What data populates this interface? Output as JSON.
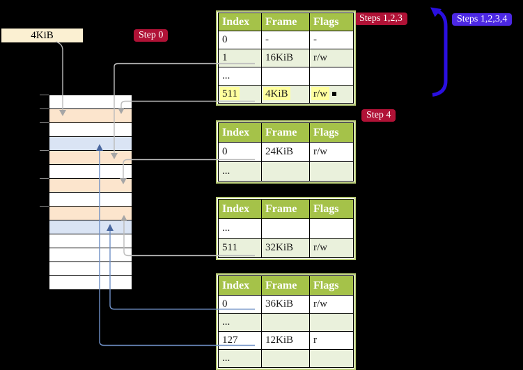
{
  "labels": {
    "frame_size": "4KiB",
    "step0": "Step 0",
    "steps123": "Steps 1,2,3",
    "steps1234": "Steps 1,2,3,4",
    "step4": "Step 4"
  },
  "tables": [
    {
      "name": "page-table-level-4",
      "columns": [
        "Index",
        "Frame",
        "Flags"
      ],
      "rows": [
        {
          "index": "0",
          "frame": "-",
          "flags": "-",
          "shaded": false,
          "highlight": false
        },
        {
          "index": "1",
          "frame": "16KiB",
          "flags": "r/w",
          "shaded": true,
          "highlight": false
        },
        {
          "index": "...",
          "frame": "",
          "flags": "",
          "shaded": false,
          "highlight": false
        },
        {
          "index": "511",
          "frame": "4KiB",
          "flags": "r/w",
          "shaded": true,
          "highlight": true
        }
      ]
    },
    {
      "name": "page-table-level-3",
      "columns": [
        "Index",
        "Frame",
        "Flags"
      ],
      "rows": [
        {
          "index": "0",
          "frame": "24KiB",
          "flags": "r/w",
          "shaded": false,
          "highlight": false
        },
        {
          "index": "...",
          "frame": "",
          "flags": "",
          "shaded": true,
          "highlight": false
        }
      ]
    },
    {
      "name": "page-table-level-2",
      "columns": [
        "Index",
        "Frame",
        "Flags"
      ],
      "rows": [
        {
          "index": "...",
          "frame": "",
          "flags": "",
          "shaded": false,
          "highlight": false
        },
        {
          "index": "511",
          "frame": "32KiB",
          "flags": "r/w",
          "shaded": true,
          "highlight": false
        }
      ]
    },
    {
      "name": "page-table-level-1",
      "columns": [
        "Index",
        "Frame",
        "Flags"
      ],
      "rows": [
        {
          "index": "0",
          "frame": "36KiB",
          "flags": "r/w",
          "shaded": false,
          "highlight": false
        },
        {
          "index": "...",
          "frame": "",
          "flags": "",
          "shaded": true,
          "highlight": false
        },
        {
          "index": "127",
          "frame": "12KiB",
          "flags": "r",
          "shaded": false,
          "highlight": false
        },
        {
          "index": "...",
          "frame": "",
          "flags": "",
          "shaded": true,
          "highlight": false
        }
      ]
    }
  ],
  "memory": {
    "rows": [
      "free",
      "page_table",
      "free",
      "mapped",
      "page_table",
      "free",
      "page_table",
      "free",
      "page_table",
      "mapped",
      "free",
      "free",
      "free",
      "free"
    ]
  },
  "arrows": [
    {
      "from": "frame-size-label",
      "to": "frame-4KiB",
      "color": "gray"
    },
    {
      "from": "table1-entry-1",
      "to": "frame-16KiB",
      "color": "gray"
    },
    {
      "from": "table1-entry-511",
      "to": "frame-4KiB",
      "color": "gray"
    },
    {
      "from": "table2-entry-0",
      "to": "frame-24KiB",
      "color": "gray"
    },
    {
      "from": "table3-entry-511",
      "to": "frame-32KiB",
      "color": "gray"
    },
    {
      "from": "table4-entry-0",
      "to": "frame-36KiB",
      "color": "blue"
    },
    {
      "from": "table4-entry-127",
      "to": "frame-12KiB",
      "color": "blue"
    },
    {
      "from": "table1-bottom",
      "to": "table1-top",
      "color": "loop_blue"
    }
  ],
  "colors": {
    "free": "#ffffff",
    "page_table": "#fce5cd",
    "mapped": "#dae4f4",
    "table_header": "#a5c249",
    "table_row_alt": "#eaf1dc",
    "table_border": "#b6ca74",
    "highlight": "#ffff9e",
    "badge_red": "#b01236",
    "badge_blue": "#4c28e4",
    "loop_arrow": "#2a0fe0",
    "gray_line": "#bcbcbc",
    "blue_line": "#6f90c6",
    "label_cream": "#fbf0d2"
  }
}
